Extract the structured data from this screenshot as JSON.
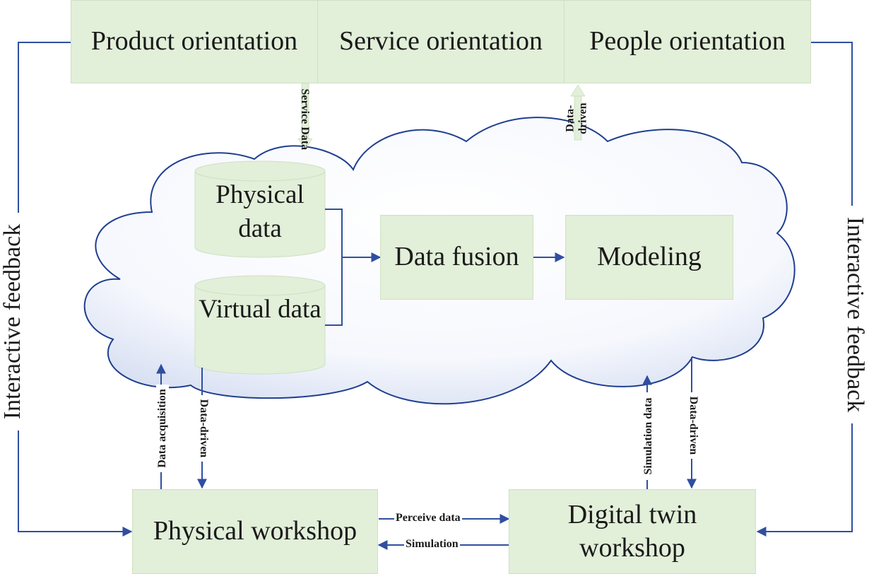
{
  "top_boxes": {
    "product": "Product orientation",
    "service": "Service orientation",
    "people": "People orientation"
  },
  "cloud": {
    "physical_data": "Physical data",
    "virtual_data": "Virtual data",
    "data_fusion": "Data fusion",
    "modeling": "Modeling"
  },
  "bottom_boxes": {
    "physical_workshop": "Physical workshop",
    "digital_twin_workshop": "Digital twin workshop"
  },
  "labels": {
    "service_data": "Service Data",
    "data_driven_top": "Data-driven",
    "data_acquisition": "Data acquisition",
    "data_driven_left": "Data-driven",
    "simulation_data": "Simulation data",
    "data_driven_right": "Data-driven",
    "perceive_data": "Perceive data",
    "simulation": "Simulation",
    "interactive_feedback_left": "Interactive feedback",
    "interactive_feedback_right": "Interactive feedback"
  },
  "colors": {
    "box_fill": "#e2efd9",
    "arrow": "#2f4f9f",
    "cloud_edge": "#1f3f8f",
    "cloud_fill": "#eef2fb"
  }
}
